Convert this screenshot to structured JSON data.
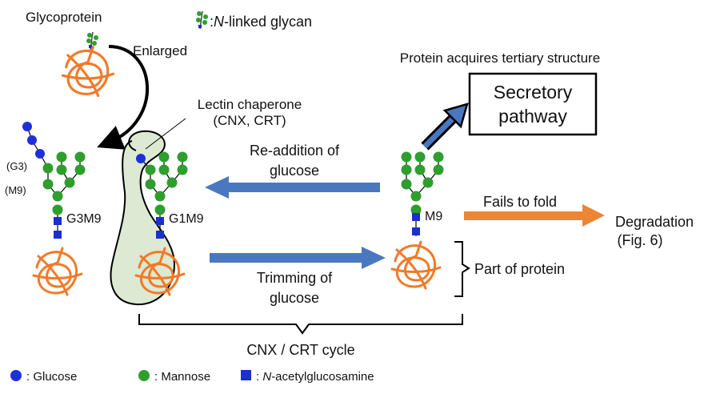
{
  "labels": {
    "glycoprotein": "Glycoprotein",
    "n_linked_glycan_prefix": ":",
    "n_linked_glycan_N": "N",
    "n_linked_glycan_rest": "-linked glycan",
    "enlarged": "Enlarged",
    "lectin_line1": "Lectin chaperone",
    "lectin_line2": "(CNX, CRT)",
    "tertiary": "Protein acquires tertiary structure",
    "secretory_line1": "Secretory",
    "secretory_line2": "pathway",
    "readdition_line1": "Re-addition of",
    "readdition_line2": "glucose",
    "trimming_line1": "Trimming of",
    "trimming_line2": "glucose",
    "fails_to_fold": "Fails to fold",
    "degradation_line1": "Degradation",
    "degradation_line2": "(Fig. 6)",
    "part_of_protein": "Part of protein",
    "cycle": "CNX / CRT cycle",
    "g3": "(G3)",
    "m9": "(M9)",
    "g3m9": "G3M9",
    "g1m9": "G1M9",
    "m9_label": "M9"
  },
  "legend": {
    "glucose": ": Glucose",
    "mannose": ": Mannose",
    "glcnac_prefix": ": ",
    "glcnac_N": "N",
    "glcnac_rest": "-acetylglucosamine"
  },
  "colors": {
    "glucose": "#1f2fd8",
    "mannose": "#2e9e2e",
    "glcnac": "#1a2fcc",
    "protein": "#f07a2a",
    "blue_arrow": "#4a78c0",
    "orange_arrow": "#ee8533",
    "chaperone_fill": "#dde9d3"
  }
}
